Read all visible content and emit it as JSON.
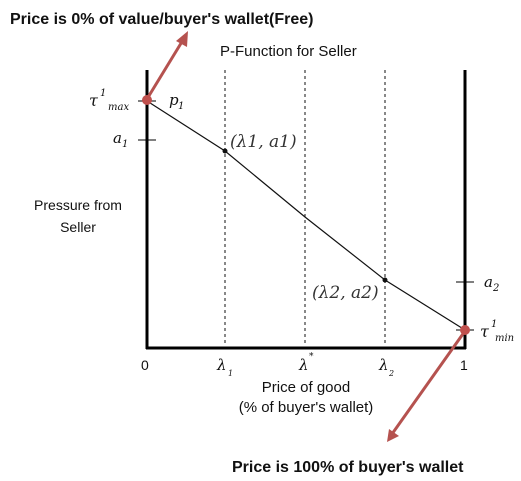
{
  "annotations": {
    "top_label": "Price is 0% of value/buyer's wallet(Free)",
    "bottom_label": "Price is 100% of buyer's wallet"
  },
  "diagram": {
    "title": "P-Function for Seller",
    "y_axis_label_line1": "Pressure from",
    "y_axis_label_line2": "Seller",
    "x_axis_label_line1": "Price of good",
    "x_axis_label_line2": "(% of buyer's wallet)",
    "x_tick_0": "0",
    "x_tick_1": "1",
    "lambda1_tick": "λ",
    "lambda1_sub": "1",
    "lambda_star_tick": "λ",
    "lambda_star_sup": "*",
    "lambda2_tick": "λ",
    "lambda2_sub": "2",
    "tau_max": "τ",
    "tau_max_sup": "1",
    "tau_max_sub": "max",
    "tau_min": "τ",
    "tau_min_sup": "1",
    "tau_min_sub": "min",
    "p1": "p",
    "p1_sub": "1",
    "a1_left": "a",
    "a1_left_sub": "1",
    "a2_right": "a",
    "a2_right_sub": "2",
    "point1": "(λ1, a1)",
    "point2": "(λ2, a2)"
  },
  "colors": {
    "arrow": "#b5524f",
    "endpoint": "#c0504d",
    "ink": "#111111"
  }
}
